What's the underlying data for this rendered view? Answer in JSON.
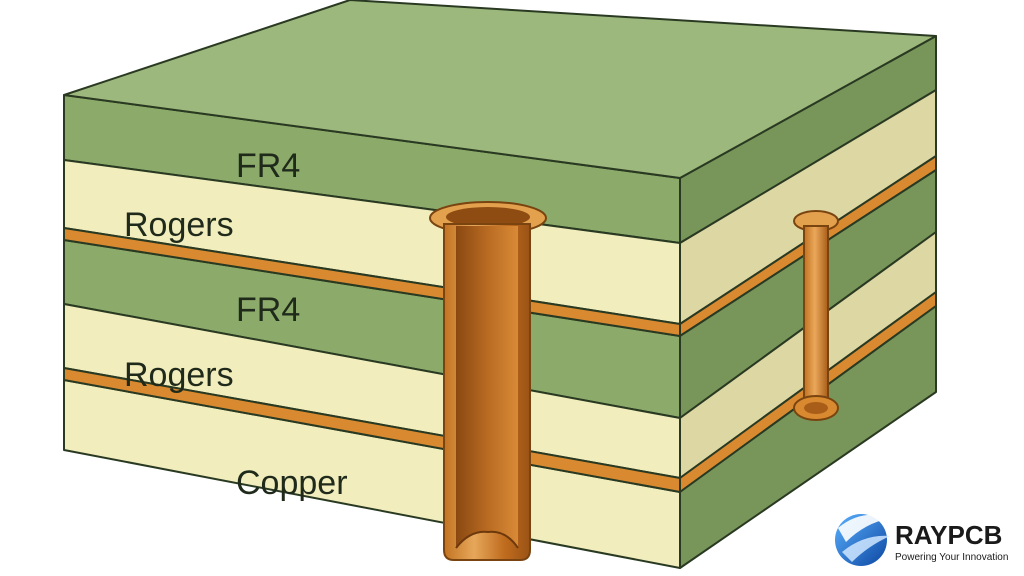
{
  "diagram": {
    "layers": [
      {
        "label": "FR4"
      },
      {
        "label": "Rogers"
      },
      {
        "label": "FR4"
      },
      {
        "label": "Rogers"
      },
      {
        "label": "Copper"
      }
    ]
  },
  "logo": {
    "name": "RAYPCB",
    "tagline": "Powering Your Innovation"
  },
  "colors": {
    "fr4_front": "#8cab6a",
    "fr4_side": "#78965a",
    "fr4_top": "#9db87c",
    "rogers_front": "#f1edbd",
    "rogers_side": "#ddd7a4",
    "copper_trace": "#d98a30",
    "copper_dark": "#b8651a",
    "copper_light": "#e4a04c",
    "outline": "#2a3a22",
    "brand_blue": "#1f6fd1"
  }
}
